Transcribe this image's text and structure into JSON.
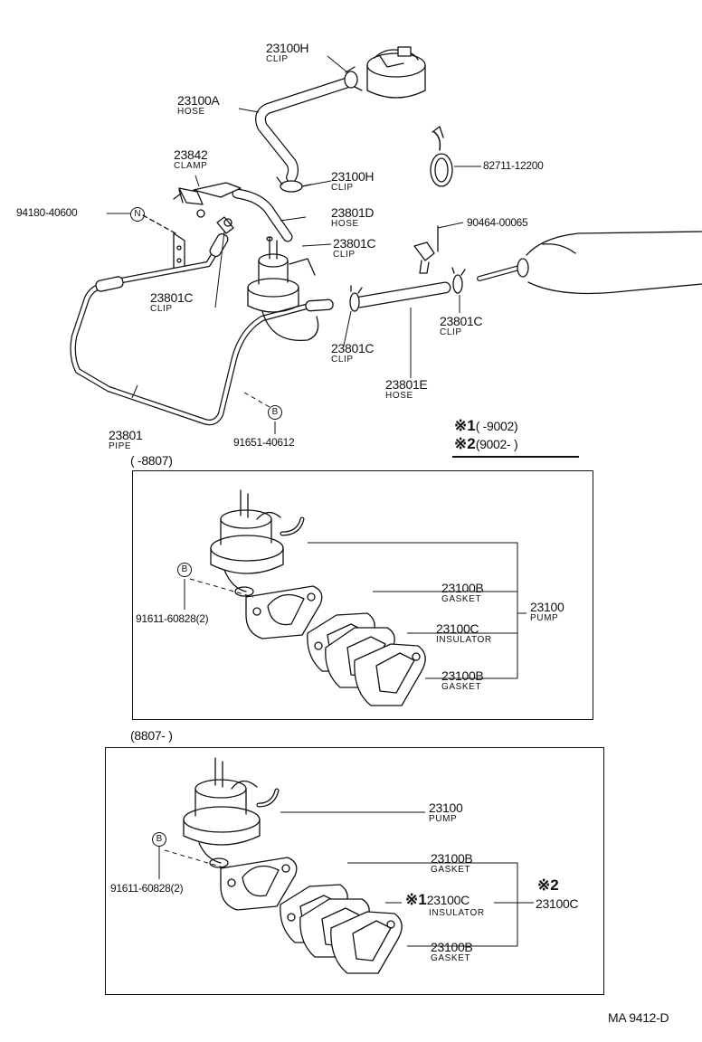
{
  "labels": {
    "clip_23100h_top": {
      "part": "23100H",
      "desc": "CLIP"
    },
    "hose_23100a": {
      "part": "23100A",
      "desc": "HOSE"
    },
    "clip_23100h_mid": {
      "part": "23100H",
      "desc": "CLIP"
    },
    "clamp_23842": {
      "part": "23842",
      "desc": "CLAMP"
    },
    "hose_23801d": {
      "part": "23801D",
      "desc": "HOSE"
    },
    "clip_23801c_a": {
      "part": "23801C",
      "desc": "CLIP"
    },
    "clip_23801c_b": {
      "part": "23801C",
      "desc": "CLIP"
    },
    "clip_23801c_c": {
      "part": "23801C",
      "desc": "CLIP"
    },
    "clip_23801c_d": {
      "part": "23801C",
      "desc": "CLIP"
    },
    "hose_23801e": {
      "part": "23801E",
      "desc": "HOSE"
    },
    "pipe_23801": {
      "part": "23801",
      "desc": "PIPE"
    },
    "part_82711": "82711-12200",
    "part_90464": "90464-00065",
    "part_94180": "94180-40600",
    "part_91651": "91651-40612",
    "circle_n": "N",
    "circle_b": "B"
  },
  "legend": {
    "line1_mark": "※1",
    "line1_range": "(       -9002)",
    "line2_mark": "※2",
    "line2_range": "(9002-       )"
  },
  "box1": {
    "range": "(       -8807)",
    "bolt": "91611-60828(2)",
    "gasket_top": {
      "part": "23100B",
      "desc": "GASKET"
    },
    "insulator": {
      "part": "23100C",
      "desc": "INSULATOR"
    },
    "gasket_bottom": {
      "part": "23100B",
      "desc": "GASKET"
    },
    "pump": {
      "part": "23100",
      "desc": "PUMP"
    }
  },
  "box2": {
    "range": "(8807-       )",
    "bolt": "91611-60828(2)",
    "pump": {
      "part": "23100",
      "desc": "PUMP"
    },
    "gasket_top": {
      "part": "23100B",
      "desc": "GASKET"
    },
    "insulator_mark": "※1",
    "insulator": {
      "part": "23100C",
      "desc": "INSULATOR"
    },
    "gasket_bottom": {
      "part": "23100B",
      "desc": "GASKET"
    },
    "group_mark": "※2",
    "group_part": "23100C"
  },
  "footer": "MA  9412-D"
}
